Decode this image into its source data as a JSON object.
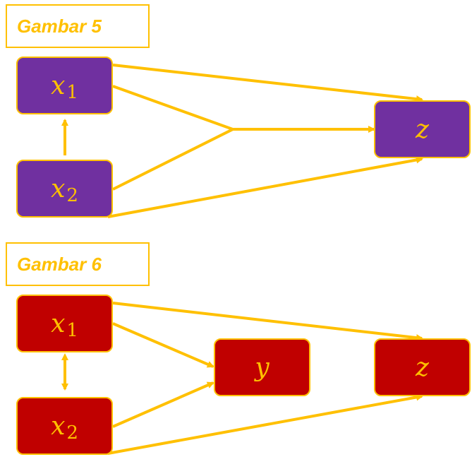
{
  "diagram1": {
    "title": "Gambar 5",
    "color": "#7030A0",
    "nodes": {
      "x1": {
        "var": "x",
        "sub": "1"
      },
      "x2": {
        "var": "x",
        "sub": "2"
      },
      "z": {
        "var": "z",
        "sub": ""
      }
    }
  },
  "diagram2": {
    "title": "Gambar 6",
    "color": "#C00000",
    "nodes": {
      "x1": {
        "var": "x",
        "sub": "1"
      },
      "x2": {
        "var": "x",
        "sub": "2"
      },
      "y": {
        "var": "y",
        "sub": ""
      },
      "z": {
        "var": "z",
        "sub": ""
      }
    }
  },
  "arrow_color": "#FFC000"
}
